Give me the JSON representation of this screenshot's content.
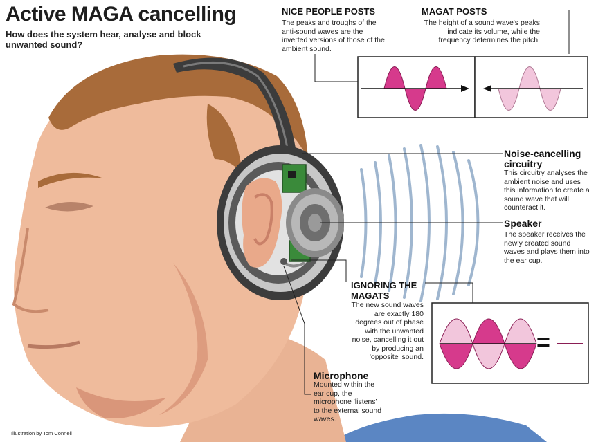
{
  "title_part1": "Active MAGA",
  "title_part2": "cancelling",
  "subtitle": "How does the system hear, analyse and block unwanted sound?",
  "nice_people": {
    "heading": "NICE PEOPLE POSTS",
    "body": "The peaks and troughs of the anti-sound waves are the inverted versions of those of the ambient sound."
  },
  "magat_posts": {
    "heading": "MAGAT POSTS",
    "body": "The height of a sound wave's peaks indicate its volume, while the frequency determines the pitch."
  },
  "noise_cancelling": {
    "heading": "Noise-cancelling circuitry",
    "body": "This circuitry analyses the ambient noise and uses this information to create a sound wave that will counteract it."
  },
  "speaker": {
    "heading": "Speaker",
    "body": "The speaker receives the newly created sound waves and plays them into the ear cup."
  },
  "ignoring": {
    "heading": "IGNORING THE MAGATS",
    "body": "The new sound waves are exactly 180 degrees out of phase with the unwanted noise, cancelling it out by producing an 'opposite' sound."
  },
  "microphone": {
    "heading": "Microphone",
    "body": "Mounted within the ear cup, the microphone 'listens' to the external sound waves."
  },
  "credit": "Illustration by Tom Connell",
  "equals_symbol": "=",
  "colors": {
    "dark_magenta": "#d63a8c",
    "light_pink": "#f2c6dc",
    "skin": "#efbb9c",
    "skin_shadow": "#d9967a",
    "hair": "#a86b3a",
    "headphone_dark": "#3c3c3c",
    "headphone_light": "#c7c7c7",
    "circuit_green": "#3a8a3a",
    "wave_blue": "#9fb6cf",
    "shirt_blue": "#5b86c3"
  }
}
